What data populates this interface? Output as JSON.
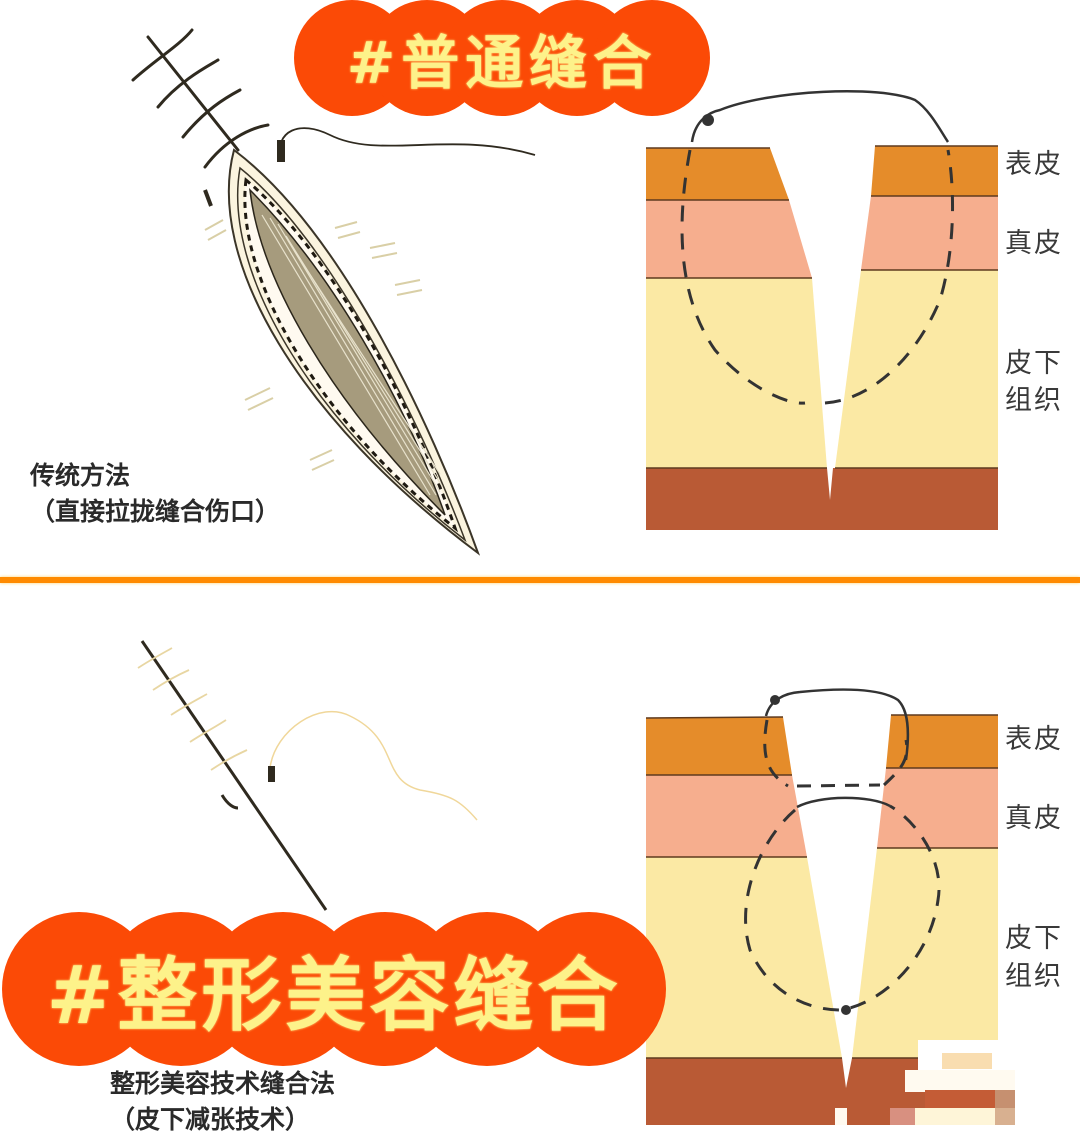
{
  "top_section": {
    "banner": "#普通缝合",
    "caption_line1": "传统方法",
    "caption_line2": "（直接拉拢缝合伤口）",
    "layer_labels": {
      "epidermis": "表皮",
      "dermis": "真皮",
      "subcutaneous_line1": "皮下",
      "subcutaneous_line2": "组织"
    }
  },
  "bottom_section": {
    "banner": "#整形美容缝合",
    "caption_line1": "整形美容技术缝合法",
    "caption_line2": "（皮下减张技术）",
    "layer_labels": {
      "epidermis": "表皮",
      "dermis": "真皮",
      "subcutaneous_line1": "皮下",
      "subcutaneous_line2": "组织"
    }
  },
  "colors": {
    "banner_bg": "#fb4a06",
    "banner_text": "#fdf28a",
    "divider": "#ff8a00",
    "epidermis": "#e58c2a",
    "dermis": "#f6ae8e",
    "subcutaneous": "#fbe9a4",
    "muscle": "#b95a35",
    "suture": "#3a3a30"
  }
}
